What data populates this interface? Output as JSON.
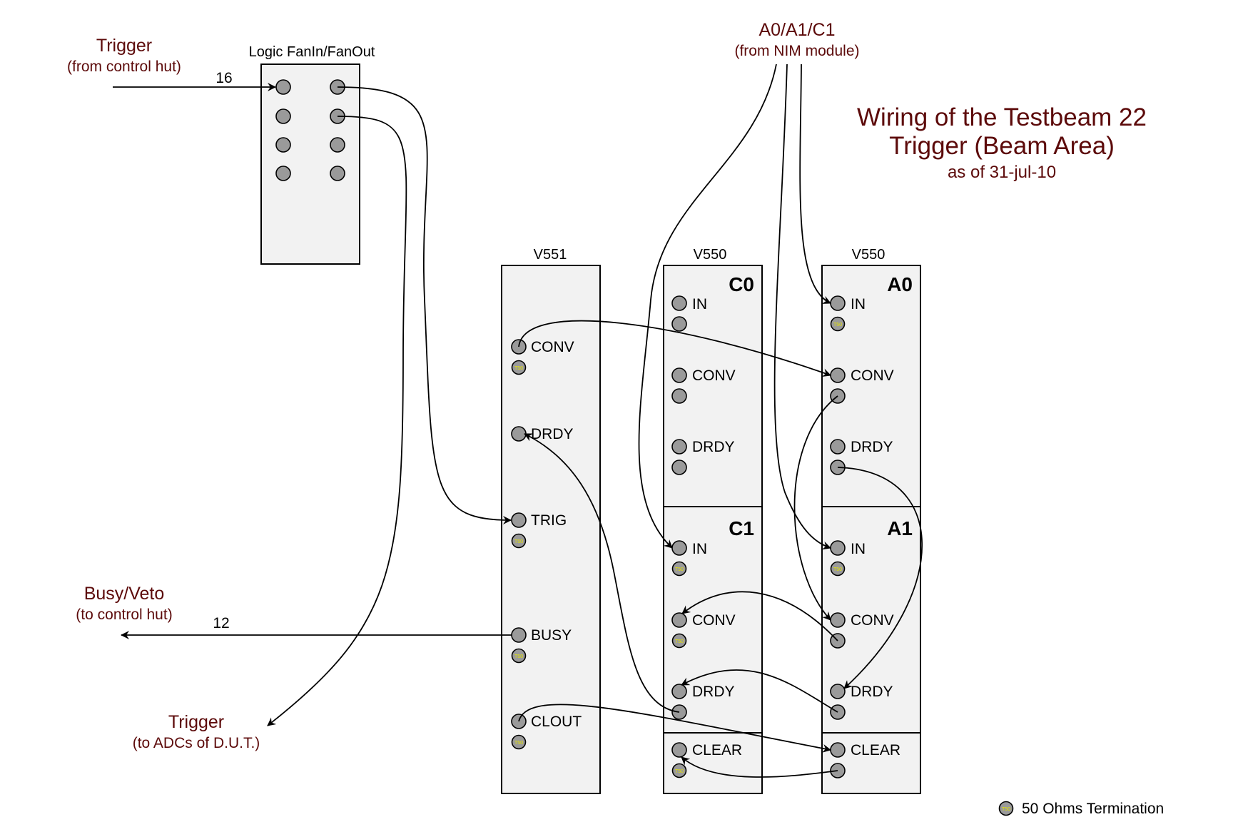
{
  "title": {
    "line1": "Wiring of the Testbeam 22",
    "line2": "Trigger (Beam Area)",
    "line3": "as of 31-jul-10"
  },
  "external": {
    "trigger_in": {
      "label": "Trigger",
      "sub": "(from control hut)",
      "cable": "16"
    },
    "busy_out": {
      "label": "Busy/Veto",
      "sub": "(to control hut)",
      "cable": "12"
    },
    "trigger_dut": {
      "label": "Trigger",
      "sub": "(to ADCs of D.U.T.)"
    },
    "nim": {
      "label": "A0/A1/C1",
      "sub": "(from NIM module)"
    }
  },
  "fanout": {
    "label": "Logic FanIn/FanOut"
  },
  "v551": {
    "name": "V551",
    "ports": [
      "CONV",
      "DRDY",
      "TRIG",
      "BUSY",
      "CLOUT"
    ]
  },
  "v550_c": {
    "name": "V550",
    "ch0": "C0",
    "ch1": "C1",
    "ports0": [
      "IN",
      "CONV",
      "DRDY"
    ],
    "ports1": [
      "IN",
      "CONV",
      "DRDY"
    ],
    "clear": "CLEAR"
  },
  "v550_a": {
    "name": "V550",
    "ch0": "A0",
    "ch1": "A1",
    "ports0": [
      "IN",
      "CONV",
      "DRDY"
    ],
    "ports1": [
      "IN",
      "CONV",
      "DRDY"
    ],
    "clear": "CLEAR"
  },
  "legend": {
    "label": "50 Ohms Termination",
    "badge": "T50"
  }
}
